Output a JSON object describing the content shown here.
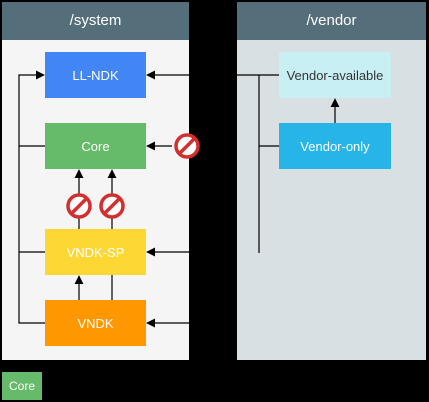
{
  "panels": {
    "system": {
      "title": "/system"
    },
    "vendor": {
      "title": "/vendor"
    }
  },
  "modules": {
    "ll_ndk": "LL-NDK",
    "core": "Core",
    "vndk_sp": "VNDK-SP",
    "vndk": "VNDK",
    "vendor_available": "Vendor-available",
    "vendor_only": "Vendor-only"
  },
  "legend": {
    "label": "Core"
  },
  "colors": {
    "header": "#546e7a",
    "ll_ndk": "#4285f4",
    "core": "#66bb6a",
    "vndk_sp": "#fdd835",
    "vndk": "#ff9800",
    "vendor_available": "#c8f0f4",
    "vendor_only": "#26b5e6",
    "forbidden": "#d32f2f"
  },
  "icons": {
    "forbidden": "no-entry-icon"
  }
}
